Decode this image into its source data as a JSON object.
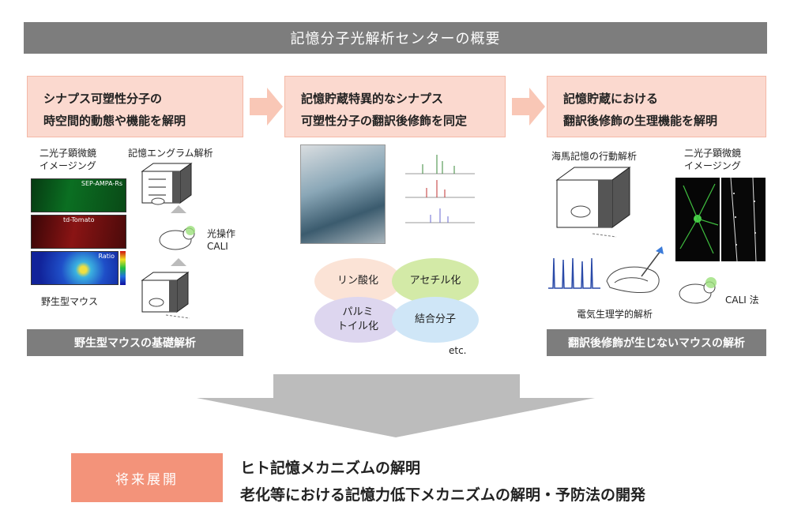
{
  "title": "記憶分子光解析センターの概要",
  "columns": [
    {
      "heading_lines": [
        "シナプス可塑性分子の",
        "時空間的動態や機能を解明"
      ],
      "left_label_lines": [
        "二光子顕微鏡",
        "イメージング"
      ],
      "panels": [
        "SEP-AMPA-Rs",
        "td-Tomato",
        "Ratio"
      ],
      "mouse_label": "野生型マウス",
      "engram_label": "記憶エングラム解析",
      "cali_lines": [
        "光操作",
        "CALI"
      ],
      "footer": "野生型マウスの基礎解析"
    },
    {
      "heading_lines": [
        "記憶貯蔵特異的なシナプス",
        "可塑性分子の翻訳後修飾を同定"
      ],
      "bubbles": [
        "リン酸化",
        "アセチル化",
        "パルミ\nトイル化",
        "結合分子"
      ],
      "etc": "etc."
    },
    {
      "heading_lines": [
        "記憶貯蔵における",
        "翻訳後修飾の生理機能を解明"
      ],
      "behavior_label": "海馬記憶の行動解析",
      "imaging_label_lines": [
        "二光子顕微鏡",
        "イメージング"
      ],
      "ephys_label": "電気生理学的解析",
      "cali_label": "CALI 法",
      "footer": "翻訳後修飾が生じないマウスの解析"
    }
  ],
  "future": {
    "label": "将来展開",
    "lines": [
      "ヒト記憶メカニズムの解明",
      "老化等における記憶力低下メカニズムの解明・予防法の開発"
    ]
  },
  "colors": {
    "banner": "#7d7d7d",
    "heading_bg": "#fbd9cf",
    "future_bg": "#f3937a",
    "bubble_pink": "#fbe3d6",
    "bubble_green": "#d3eaa7",
    "bubble_purple": "#ddd6ef",
    "bubble_blue": "#cfe6f7"
  }
}
